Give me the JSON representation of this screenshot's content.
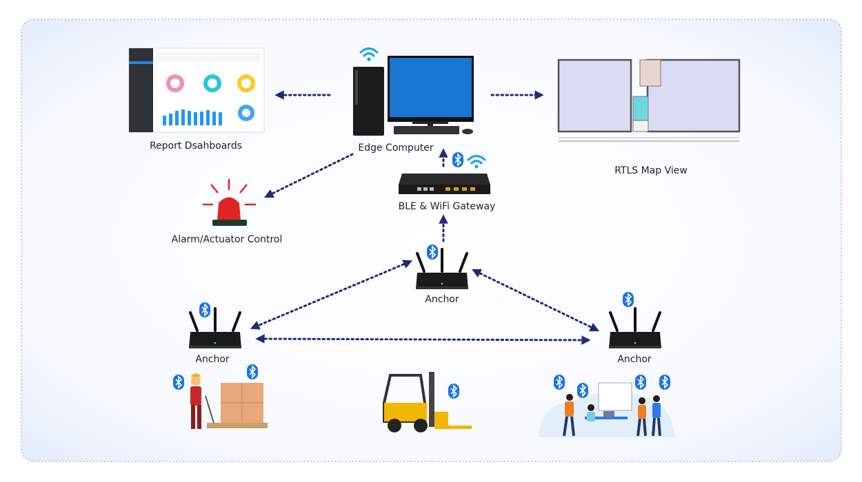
{
  "diagram": {
    "nodes": {
      "dashboard": {
        "label": "Report Dsahboards"
      },
      "edge": {
        "label": "Edge Computer"
      },
      "map": {
        "label": "RTLS Map View"
      },
      "gateway": {
        "label": "BLE & WiFi Gateway"
      },
      "alarm": {
        "label": "Alarm/Actuator Control"
      },
      "anchor_center": {
        "label": "Anchor"
      },
      "anchor_left": {
        "label": "Anchor"
      },
      "anchor_right": {
        "label": "Anchor"
      }
    },
    "connections": [
      {
        "from": "edge",
        "to": "dashboard"
      },
      {
        "from": "edge",
        "to": "map"
      },
      {
        "from": "edge",
        "to": "alarm"
      },
      {
        "from": "gateway",
        "to": "edge"
      },
      {
        "from": "anchor_center",
        "to": "gateway"
      },
      {
        "from": "anchor_center",
        "to": "anchor_left",
        "bidirectional": true
      },
      {
        "from": "anchor_center",
        "to": "anchor_right",
        "bidirectional": true
      },
      {
        "from": "anchor_left",
        "to": "anchor_right",
        "bidirectional": true
      }
    ],
    "icons": [
      "monitor-icon",
      "wifi-icon",
      "bluetooth-icon",
      "router-icon",
      "siren-icon",
      "forklift-icon",
      "worker-icon",
      "office-team-icon"
    ],
    "colors": {
      "arrow": "#1f2a7a",
      "bluetooth": "#1a73e8",
      "wifi": "#1ea7e4",
      "alarm": "#e02424",
      "frame_border": "#a9b4e0",
      "monitor": "#1976d2"
    }
  }
}
